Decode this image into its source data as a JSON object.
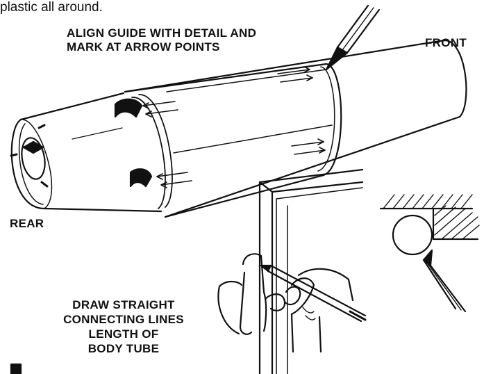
{
  "header_text": "plastic all around.",
  "labels": {
    "align_line1": "ALIGN GUIDE WITH DETAIL AND",
    "align_line2": "MARK AT ARROW POINTS",
    "front": "FRONT",
    "rear": "REAR",
    "draw_line1": "DRAW STRAIGHT",
    "draw_line2": "CONNECTING LINES",
    "draw_line3": "LENGTH OF",
    "draw_line4": "BODY TUBE"
  },
  "colors": {
    "ink": "#111111",
    "paper": "#ffffff"
  }
}
